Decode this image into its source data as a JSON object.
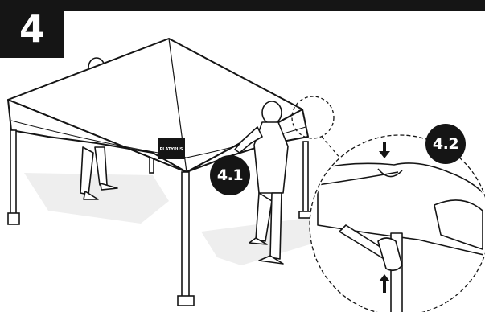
{
  "step": {
    "number": "4"
  },
  "callouts": [
    {
      "label": "4.1"
    },
    {
      "label": "4.2"
    }
  ],
  "canopy": {
    "logo_text": "PLATYPUS"
  },
  "colors": {
    "ink": "#151515",
    "floor_shadow": "#eeeeee",
    "paper": "#ffffff"
  }
}
